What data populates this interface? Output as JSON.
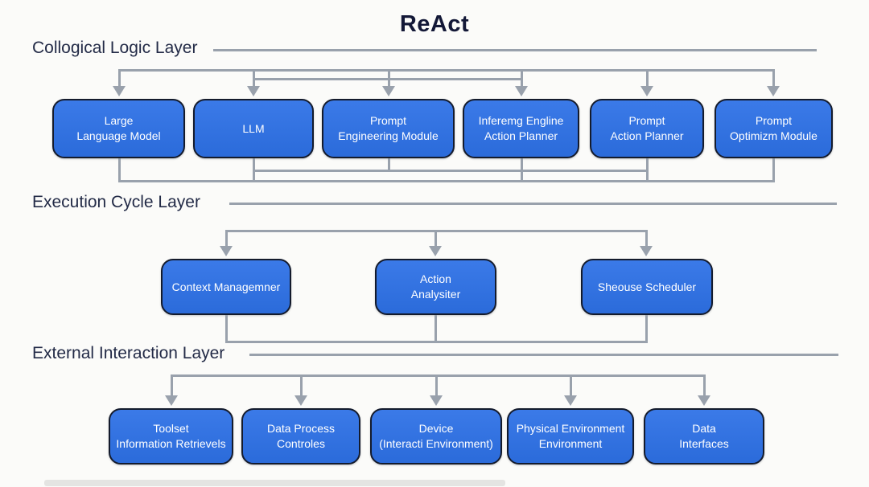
{
  "title": "ReAct",
  "colors": {
    "box_fill": "#2b6bda",
    "box_fill_light": "#3b7ae8",
    "box_border": "#141b2c",
    "box_text": "#ffffff",
    "connector": "#99a1ac",
    "label_text": "#232b47",
    "title_text": "#131837",
    "background": "#fbfbf9"
  },
  "layers": [
    {
      "label": "Collogical Logic Layer",
      "boxes": [
        {
          "label": "Large\nLanguage Model"
        },
        {
          "label": "LLM"
        },
        {
          "label": "Prompt\nEngineering Module"
        },
        {
          "label": "Inferemg Engline\nAction Planner"
        },
        {
          "label": "Prompt\nAction Planner"
        },
        {
          "label": "Prompt\nOptimizm Module"
        }
      ]
    },
    {
      "label": "Execution Cycle Layer",
      "boxes": [
        {
          "label": "Context Managemner"
        },
        {
          "label": "Action\nAnalysiter"
        },
        {
          "label": "Sheouse Scheduler"
        }
      ]
    },
    {
      "label": "External Interaction Layer",
      "boxes": [
        {
          "label": "Toolset\nInformation Retrievels"
        },
        {
          "label": "Data Process\nControles"
        },
        {
          "label": "Device\n(Interacti Environment)"
        },
        {
          "label": "Physical Environment\nEnvironment"
        },
        {
          "label": "Data\nInterfaces"
        }
      ]
    }
  ]
}
